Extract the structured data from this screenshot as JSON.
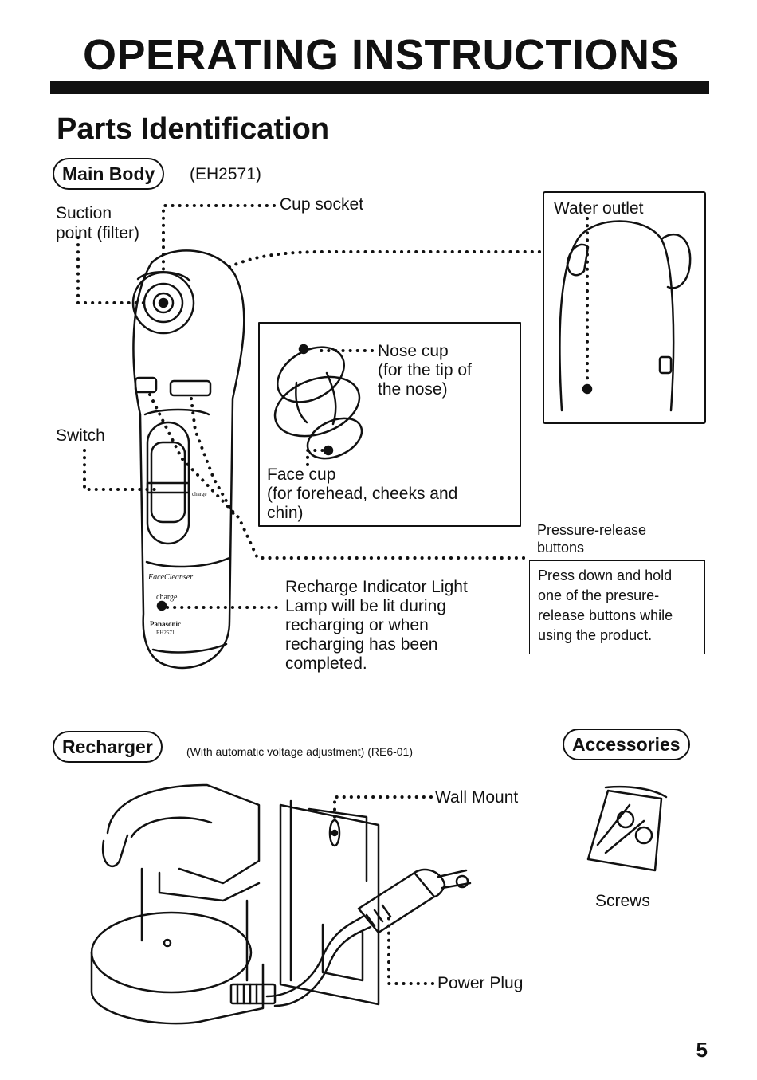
{
  "header": {
    "title": "OPERATING INSTRUCTIONS",
    "section_title": "Parts Identification"
  },
  "main_body": {
    "pill": "Main Body",
    "model": "(EH2571)",
    "labels": {
      "suction_1": "Suction",
      "suction_2": "point (filter)",
      "cup_socket": "Cup socket",
      "water_outlet": "Water outlet",
      "switch": "Switch",
      "nose_cup_1": "Nose cup",
      "nose_cup_2": "(for the tip of",
      "nose_cup_3": "the nose)",
      "face_cup_1": "Face cup",
      "face_cup_2": "(for forehead, cheeks and",
      "face_cup_3": "chin)",
      "pressure_1": "Pressure-release",
      "pressure_2": "buttons",
      "recharge_1": "Recharge Indicator Light",
      "recharge_2": "Lamp will be lit during",
      "recharge_3": "recharging or when",
      "recharge_4": "recharging has been",
      "recharge_5": "completed."
    },
    "device_print": {
      "brand_line": "FaceCleanser",
      "charge": "charge",
      "maker": "Panasonic",
      "model": "EH2571",
      "switch_mark": "charge"
    },
    "pressure_note": "Press down and hold one of the presure-release buttons while using the product."
  },
  "recharger": {
    "pill": "Recharger",
    "subtitle": "(With automatic voltage adjustment) (RE6-01)",
    "labels": {
      "wall_mount": "Wall Mount",
      "power_plug": "Power Plug"
    }
  },
  "accessories": {
    "pill": "Accessories",
    "screws": "Screws"
  },
  "page_number": "5",
  "icons": [
    "face-cleanser-device",
    "cup-pair",
    "water-outlet-side",
    "recharger-stand",
    "wall-mount",
    "power-plug",
    "screws-bag"
  ]
}
